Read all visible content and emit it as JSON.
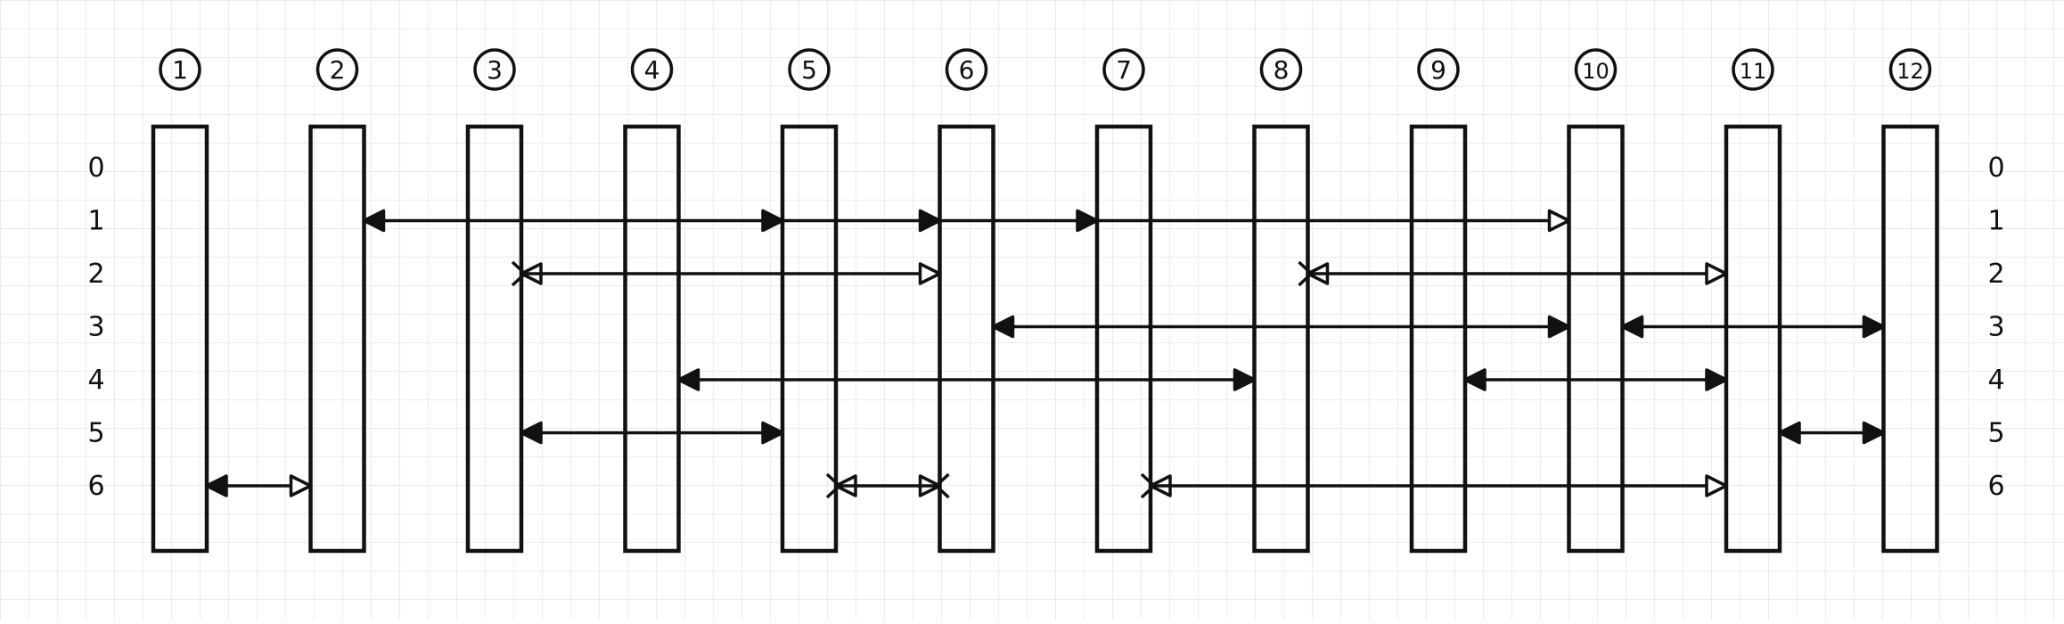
{
  "columns": [
    {
      "id": 1,
      "label": "1"
    },
    {
      "id": 2,
      "label": "2"
    },
    {
      "id": 3,
      "label": "3"
    },
    {
      "id": 4,
      "label": "4"
    },
    {
      "id": 5,
      "label": "5"
    },
    {
      "id": 6,
      "label": "6"
    },
    {
      "id": 7,
      "label": "7"
    },
    {
      "id": 8,
      "label": "8"
    },
    {
      "id": 9,
      "label": "9"
    },
    {
      "id": 10,
      "label": "10"
    },
    {
      "id": 11,
      "label": "11"
    },
    {
      "id": 12,
      "label": "12"
    }
  ],
  "rows": [
    {
      "label": "0"
    },
    {
      "label": "1"
    },
    {
      "label": "2"
    },
    {
      "label": "3"
    },
    {
      "label": "4"
    },
    {
      "label": "5"
    },
    {
      "label": "6"
    }
  ],
  "connections": [
    {
      "row": 1,
      "from": 2,
      "to": 10,
      "start_head": "filled",
      "end_head": "open",
      "mid_arrows": [
        5,
        6,
        7
      ]
    },
    {
      "row": 2,
      "from": 3,
      "to": 6,
      "start_head": "open-chevron",
      "end_head": "open"
    },
    {
      "row": 2,
      "from": 8,
      "to": 11,
      "start_head": "open-chevron",
      "end_head": "open"
    },
    {
      "row": 3,
      "from": 6,
      "to": 10,
      "start_head": "filled",
      "end_head": "filled"
    },
    {
      "row": 3,
      "from": 10,
      "to": 12,
      "start_head": "filled",
      "end_head": "filled"
    },
    {
      "row": 4,
      "from": 4,
      "to": 8,
      "start_head": "filled",
      "end_head": "filled"
    },
    {
      "row": 4,
      "from": 9,
      "to": 11,
      "start_head": "filled",
      "end_head": "filled"
    },
    {
      "row": 5,
      "from": 3,
      "to": 5,
      "start_head": "filled",
      "end_head": "filled"
    },
    {
      "row": 5,
      "from": 11,
      "to": 12,
      "start_head": "filled",
      "end_head": "filled"
    },
    {
      "row": 6,
      "from": 1,
      "to": 2,
      "start_head": "filled",
      "end_head": "open"
    },
    {
      "row": 6,
      "from": 5,
      "to": 6,
      "start_head": "open-chevron",
      "end_head": "open-chevron"
    },
    {
      "row": 6,
      "from": 7,
      "to": 11,
      "start_head": "open-chevron",
      "end_head": "open"
    }
  ],
  "colors": {
    "ink": "#111111",
    "grid": "#e6e6e6",
    "paper": "#ffffff"
  }
}
